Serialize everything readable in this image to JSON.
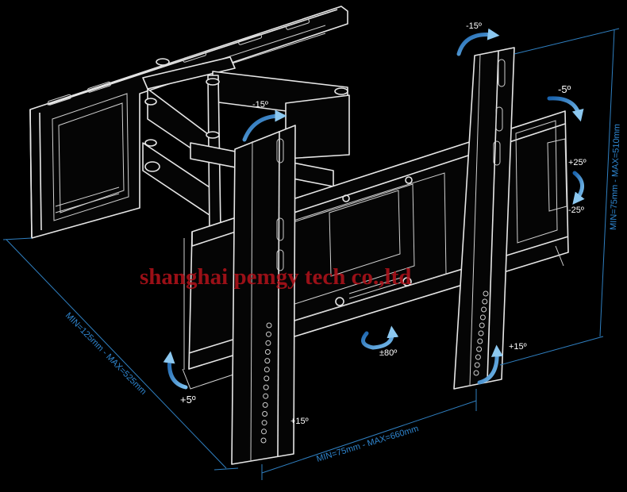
{
  "watermark": "shanghai pemgy tech co.,ltd",
  "dimensions": {
    "depth": "MIN=125mm - MAX=525mm",
    "width": "MIN=75mm - MAX=660mm",
    "height": "MIN=75mm - MAX=510mm"
  },
  "angles": {
    "swivel_top_right": "-15º",
    "swivel_arm": "-15º",
    "tilt_left": "-5º",
    "tilt_up": "+25º",
    "tilt_down": "-25º",
    "rotate": "±80º",
    "level_right": "+15º",
    "level_bottom": "+15º",
    "level_left": "+5º"
  },
  "colors": {
    "line": "#e6e6e6",
    "dimension": "#2f86d0",
    "watermark": "#b5121b"
  }
}
